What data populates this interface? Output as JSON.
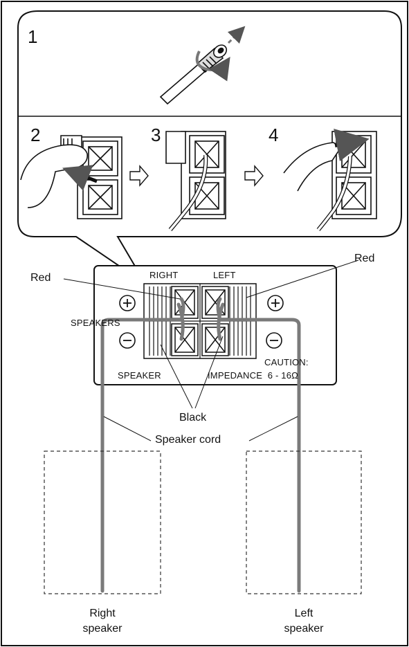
{
  "steps": [
    "1",
    "2",
    "3",
    "4"
  ],
  "panel": {
    "right_label": "RIGHT",
    "left_label": "LEFT",
    "speakers_label": "SPEAKERS",
    "speaker_label": "SPEAKER",
    "caution": "CAUTION:",
    "impedance": "IMPEDANCE  6 - 16Ω",
    "plus_symbol": "+",
    "minus_symbol": "−"
  },
  "callouts": {
    "red_left": "Red",
    "red_right": "Red",
    "black": "Black",
    "speaker_cord": "Speaker cord"
  },
  "speakers": {
    "right": [
      "Right",
      "speaker"
    ],
    "left": [
      "Left",
      "speaker"
    ]
  },
  "colors": {
    "line": "#111111",
    "cord": "#7a7a7a",
    "dashed": "#333333"
  }
}
